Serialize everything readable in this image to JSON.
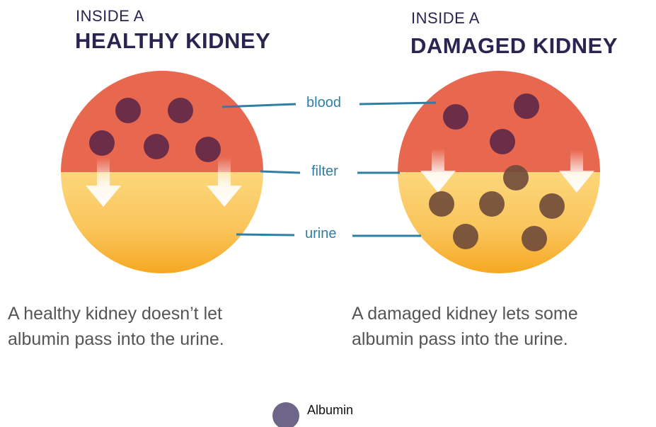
{
  "left_panel": {
    "heading_small": "INSIDE A",
    "heading_big": "HEALTHY KIDNEY",
    "caption_line1": "A healthy kidney doesn’t let",
    "caption_line2": "albumin pass into the urine."
  },
  "right_panel": {
    "heading_small": "INSIDE A",
    "heading_big": "DAMAGED KIDNEY",
    "caption_line1": "A damaged kidney lets some",
    "caption_line2": "albumin pass into the urine."
  },
  "callouts": {
    "blood": "blood",
    "filter": "filter",
    "urine": "urine"
  },
  "legend": {
    "label": "Albumin"
  },
  "colors": {
    "blood": "#e8674f",
    "urine_top": "#fbd57a",
    "urine_bottom": "#f6a81e",
    "albumin_in_blood": "#6b2d47",
    "albumin_in_urine": "#6e4a3a",
    "legend_dot": "#6e6688",
    "callout_line": "#2f7ea3",
    "heading": "#2a2550"
  }
}
